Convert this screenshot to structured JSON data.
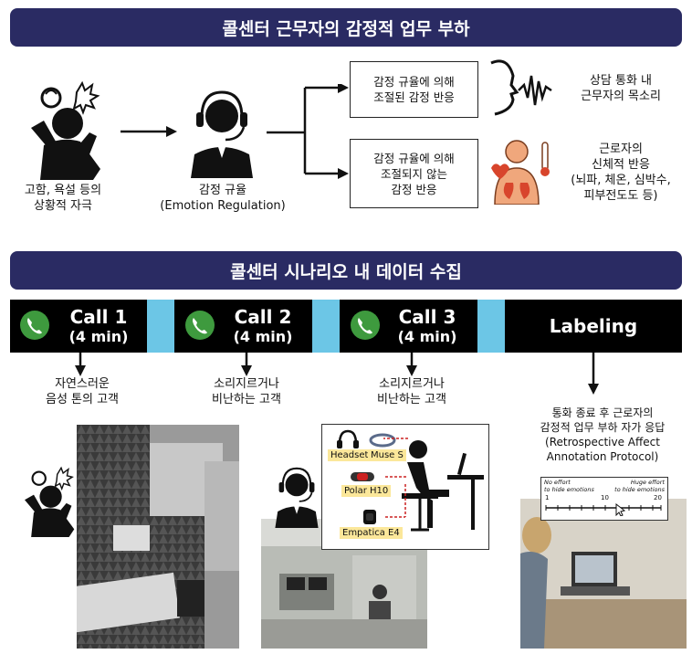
{
  "section1": {
    "title": "콜센터 근무자의 감정적 업무 부하"
  },
  "stimulus": {
    "line1": "고함, 욕설 등의",
    "line2": "상황적 자극"
  },
  "regulation": {
    "line1": "감정 규율",
    "line2": "(Emotion Regulation)"
  },
  "box_regulated": {
    "line1": "감정 규율에 의해",
    "line2": "조절된 감정 반응"
  },
  "box_unregulated": {
    "line1": "감정 규율에 의해",
    "line2": "조절되지 않는",
    "line3": "감정 반응"
  },
  "voice": {
    "line1": "상담 통화 내",
    "line2": "근무자의 목소리"
  },
  "body_resp": {
    "line1": "근로자의",
    "line2": "신체적 반응",
    "line3": "(뇌파, 체온, 심박수,",
    "line4": "피부전도도 등)"
  },
  "section2": {
    "title": "콜센터 시나리오 내 데이터 수집"
  },
  "calls": [
    {
      "label": "Call 1",
      "duration": "(4 min)"
    },
    {
      "label": "Call 2",
      "duration": "(4 min)"
    },
    {
      "label": "Call 3",
      "duration": "(4 min)"
    }
  ],
  "labeling": {
    "label": "Labeling"
  },
  "customers": [
    {
      "line1": "자연스러운",
      "line2": "음성 톤의 고객"
    },
    {
      "line1": "소리지르거나",
      "line2": "비난하는 고객"
    },
    {
      "line1": "소리지르거나",
      "line2": "비난하는 고객"
    }
  ],
  "labeling_desc": {
    "line1": "통화 종료 후 근로자의",
    "line2": "감정적 업무 부하 자가 응답",
    "line3": "(Retrospective Affect",
    "line4": "Annotation Protocol)"
  },
  "devices": {
    "headset": "Headset",
    "muse": "Muse S",
    "polar": "Polar H10",
    "empatica": "Empatica E4"
  },
  "scale": {
    "left_note": "No effort\nto hide emotions",
    "right_note": "Huge effort\nto hide emotions",
    "ticks": [
      "1",
      "10",
      "20"
    ]
  },
  "colors": {
    "banner": "#2a2b63",
    "separator": "#6cc6e6",
    "phone_green": "#3e9a3e",
    "device_label_bg": "#fbe79a",
    "arrow_red": "#cc2222"
  }
}
